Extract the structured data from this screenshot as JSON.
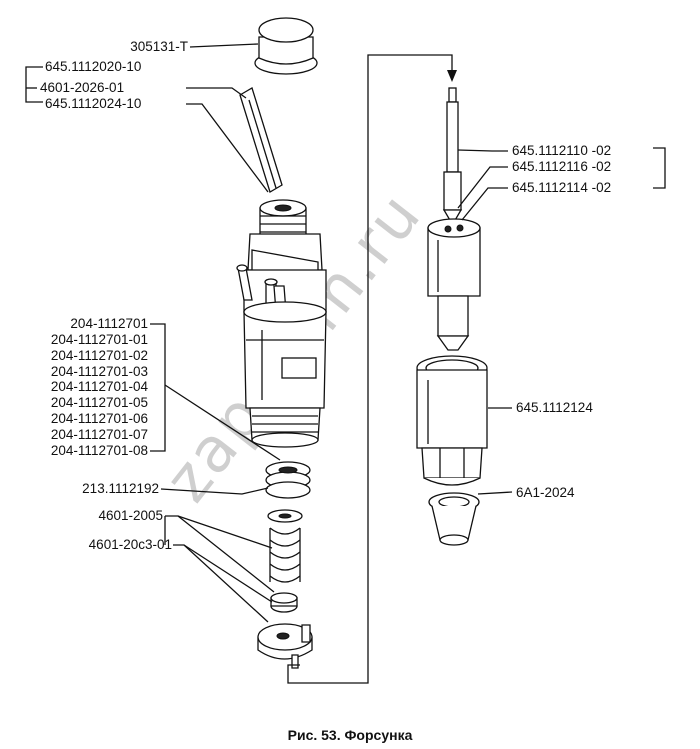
{
  "caption": "Рис. 53. Форсунка",
  "watermark": "zap-kam.ru",
  "labels_left": {
    "cap": "305131-T",
    "grp1_a": "645.1112020-10",
    "grp1_b": "4601-2026-01",
    "grp1_c": "645.1112024-10",
    "body_list": [
      "204-1112701",
      "204-1112701-01",
      "204-1112701-02",
      "204-1112701-03",
      "204-1112701-04",
      "204-1112701-05",
      "204-1112701-06",
      "204-1112701-07",
      "204-1112701-08"
    ],
    "washer": "213.1112192",
    "spring": "4601-2005",
    "seat": "4601-20c3-01"
  },
  "labels_right": {
    "needle_a": "645.1112110 -02",
    "needle_b": "645.1112116 -02",
    "needle_c": "645.1112114 -02",
    "nut": "645.1112124",
    "sleeve": "6A1-2024"
  },
  "colors": {
    "line": "#111111",
    "watermark": "#cfcfcf"
  }
}
